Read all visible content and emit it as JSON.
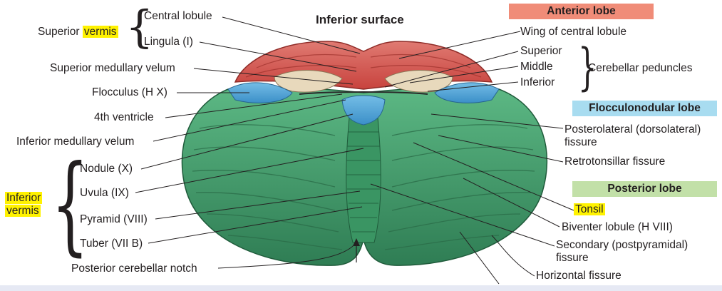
{
  "title": "Inferior surface",
  "labels": {
    "central_lobule": "Central lobule",
    "lingula": "Lingula (I)",
    "superior_vermis_a": "Superior ",
    "superior_vermis_b": "vermis",
    "superior_medullary_velum": "Superior medullary velum",
    "flocculus": "Flocculus (H X)",
    "fourth_ventricle": "4th ventricle",
    "inferior_medullary_velum": "Inferior medullary velum",
    "inferior_vermis_a": "Inferior",
    "inferior_vermis_b": "vermis",
    "nodule": "Nodule (X)",
    "uvula": "Uvula (IX)",
    "pyramid": "Pyramid (VIII)",
    "tuber": "Tuber (VII B)",
    "posterior_notch": "Posterior cerebellar notch",
    "wing_central_lobule": "Wing of central lobule",
    "superior": "Superior",
    "middle": "Middle",
    "inferior": "Inferior",
    "cerebellar_peduncles": "Cerebellar peduncles",
    "posterolateral_1": "Posterolateral (dorsolateral)",
    "posterolateral_2": "fissure",
    "retrotonsillar": "Retrotonsillar fissure",
    "tonsil": "Tonsil",
    "biventer": "Biventer lobule (H VIII)",
    "secondary_1": "Secondary (postpyramidal)",
    "secondary_2": "fissure",
    "horizontal": "Horizontal fissure"
  },
  "lobes": {
    "anterior": "Anterior lobe",
    "flocculonodular": "Flocculonodular lobe",
    "posterior": "Posterior lobe"
  },
  "colors": {
    "anterior_box": "#f08c78",
    "flocculonodular_box": "#a8dcf0",
    "posterior_box": "#c2e0a8",
    "anterior_tissue": "#d9534f",
    "flocculonodular_tissue": "#4aa3d8",
    "posterior_tissue": "#3f9e6a",
    "highlight": "#fff200"
  }
}
